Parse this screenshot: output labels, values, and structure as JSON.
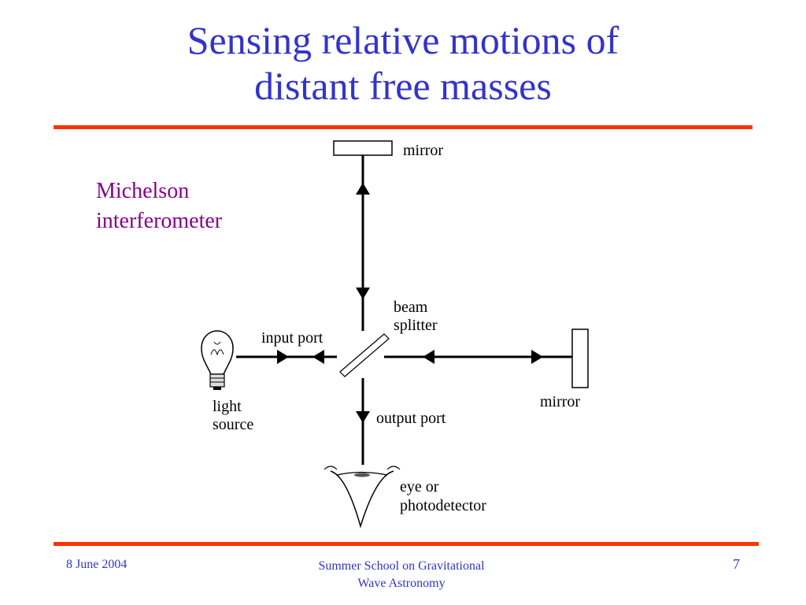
{
  "slide": {
    "title_line1": "Sensing relative motions of",
    "title_line2": "distant free masses",
    "subtitle_line1": "Michelson",
    "subtitle_line2": "interferometer",
    "colors": {
      "title": "#3333cc",
      "rule": "#ff3300",
      "subtitle": "#880088"
    }
  },
  "diagram": {
    "labels": {
      "mirror_top": "mirror",
      "mirror_right": "mirror",
      "beam_splitter_1": "beam",
      "beam_splitter_2": "splitter",
      "input_port": "input port",
      "output_port": "output port",
      "light_source_1": "light",
      "light_source_2": "source",
      "eye_1": "eye or",
      "eye_2": "photodetector"
    },
    "icons": [
      "lightbulb-icon",
      "eye-icon"
    ]
  },
  "footer": {
    "date": "8 June 2004",
    "event_line1": "Summer School on Gravitational",
    "event_line2": "Wave Astronomy",
    "page_number": "7"
  }
}
